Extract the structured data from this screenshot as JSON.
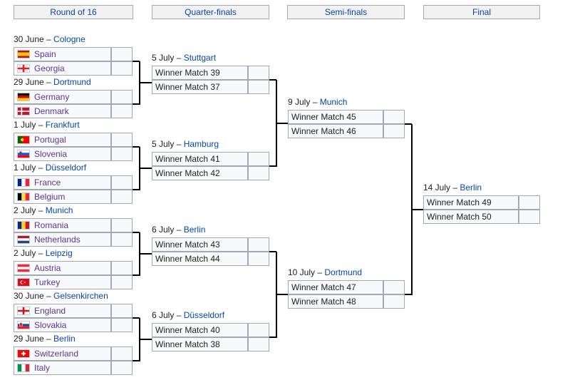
{
  "rounds": [
    "Round of 16",
    "Quarter-finals",
    "Semi-finals",
    "Final"
  ],
  "round_of_16": [
    {
      "date": "30 June",
      "venue": "Cologne",
      "teams": [
        {
          "name": "Spain",
          "flag": "spain-flag-icon"
        },
        {
          "name": "Georgia",
          "flag": "georgia-flag-icon"
        }
      ]
    },
    {
      "date": "29 June",
      "venue": "Dortmund",
      "teams": [
        {
          "name": "Germany",
          "flag": "germany-flag-icon"
        },
        {
          "name": "Denmark",
          "flag": "denmark-flag-icon"
        }
      ]
    },
    {
      "date": "1 July",
      "venue": "Frankfurt",
      "teams": [
        {
          "name": "Portugal",
          "flag": "portugal-flag-icon"
        },
        {
          "name": "Slovenia",
          "flag": "slovenia-flag-icon"
        }
      ]
    },
    {
      "date": "1 July",
      "venue": "Düsseldorf",
      "teams": [
        {
          "name": "France",
          "flag": "france-flag-icon"
        },
        {
          "name": "Belgium",
          "flag": "belgium-flag-icon"
        }
      ]
    },
    {
      "date": "2 July",
      "venue": "Munich",
      "teams": [
        {
          "name": "Romania",
          "flag": "romania-flag-icon"
        },
        {
          "name": "Netherlands",
          "flag": "netherlands-flag-icon"
        }
      ]
    },
    {
      "date": "2 July",
      "venue": "Leipzig",
      "teams": [
        {
          "name": "Austria",
          "flag": "austria-flag-icon"
        },
        {
          "name": "Turkey",
          "flag": "turkey-flag-icon"
        }
      ]
    },
    {
      "date": "30 June",
      "venue": "Gelsenkirchen",
      "teams": [
        {
          "name": "England",
          "flag": "england-flag-icon"
        },
        {
          "name": "Slovakia",
          "flag": "slovakia-flag-icon"
        }
      ]
    },
    {
      "date": "29 June",
      "venue": "Berlin",
      "teams": [
        {
          "name": "Switzerland",
          "flag": "switzerland-flag-icon"
        },
        {
          "name": "Italy",
          "flag": "italy-flag-icon"
        }
      ]
    }
  ],
  "quarter_finals": [
    {
      "date": "5 July",
      "venue": "Stuttgart",
      "teams": [
        "Winner Match 39",
        "Winner Match 37"
      ]
    },
    {
      "date": "5 July",
      "venue": "Hamburg",
      "teams": [
        "Winner Match 41",
        "Winner Match 42"
      ]
    },
    {
      "date": "6 July",
      "venue": "Berlin",
      "teams": [
        "Winner Match 43",
        "Winner Match 44"
      ]
    },
    {
      "date": "6 July",
      "venue": "Düsseldorf",
      "teams": [
        "Winner Match 40",
        "Winner Match 38"
      ]
    }
  ],
  "semi_finals": [
    {
      "date": "9 July",
      "venue": "Munich",
      "teams": [
        "Winner Match 45",
        "Winner Match 46"
      ]
    },
    {
      "date": "10 July",
      "venue": "Dortmund",
      "teams": [
        "Winner Match 47",
        "Winner Match 48"
      ]
    }
  ],
  "final": [
    {
      "date": "14 July",
      "venue": "Berlin",
      "teams": [
        "Winner Match 49",
        "Winner Match 50"
      ]
    }
  ],
  "date_separator": " – ",
  "scores": ""
}
